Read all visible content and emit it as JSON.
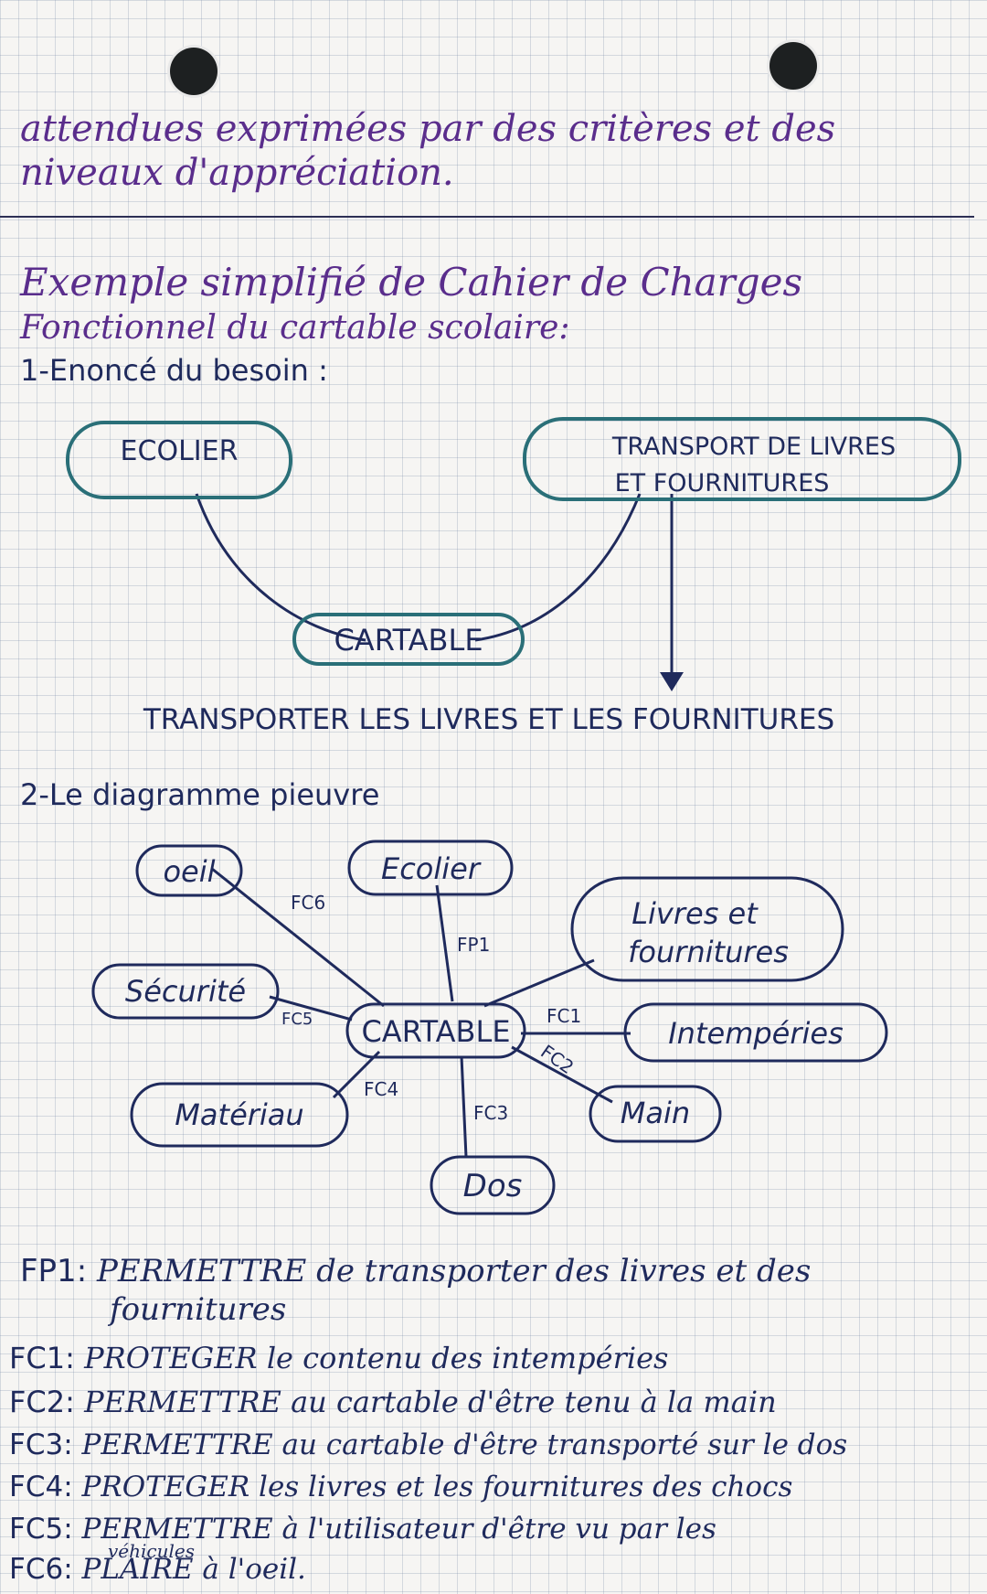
{
  "intro": {
    "line1": "attendues exprimées par des critères et des",
    "line2": "niveaux d'appréciation."
  },
  "title": {
    "line1": "Exemple simplifié de Cahier de Charges",
    "line2": "Fonctionnel du cartable scolaire:"
  },
  "section1": {
    "heading": "1-Enoncé du besoin :",
    "box_user": "ECOLIER",
    "box_matter": "TRANSPORT DE LIVRES",
    "box_matter_2": "ET FOURNITURES",
    "box_product": "CARTABLE",
    "need": "TRANSPORTER LES LIVRES ET LES FOURNITURES"
  },
  "section2": {
    "heading": "2-Le diagramme pieuvre",
    "center": "CARTABLE",
    "nodes": {
      "oeil": "oeil",
      "ecolier": "Ecolier",
      "livres_1": "Livres et",
      "livres_2": "fournitures",
      "securite": "Sécurité",
      "intemperies": "Intempéries",
      "materiau": "Matériau",
      "main": "Main",
      "dos": "Dos"
    },
    "links": {
      "fp1": "FP1",
      "fc1": "FC1",
      "fc2": "FC2",
      "fc3": "FC3",
      "fc4": "FC4",
      "fc5": "FC5",
      "fc6": "FC6"
    }
  },
  "functions": {
    "fp1_code": "FP1:",
    "fp1_text": "PERMETTRE de transporter des livres et des",
    "fp1_text_2": "fournitures",
    "fc1_code": "FC1:",
    "fc1_text": "PROTEGER le contenu des intempéries",
    "fc2_code": "FC2:",
    "fc2_text": "PERMETTRE au cartable d'être tenu à la main",
    "fc3_code": "FC3:",
    "fc3_text": "PERMETTRE au cartable d'être transporté sur le dos",
    "fc4_code": "FC4:",
    "fc4_text": "PROTEGER les livres et les fournitures des chocs",
    "fc5_code": "FC5:",
    "fc5_text": "PERMETTRE à l'utilisateur d'être vu par les",
    "fc5_above": "véhicules",
    "fc6_code": "FC6:",
    "fc6_text": "PLAIRE à l'oeil."
  },
  "colors": {
    "purple_ink": "#5a2d8c",
    "navy_ink": "#1f2a5c",
    "teal_box": "#2a6f78"
  }
}
